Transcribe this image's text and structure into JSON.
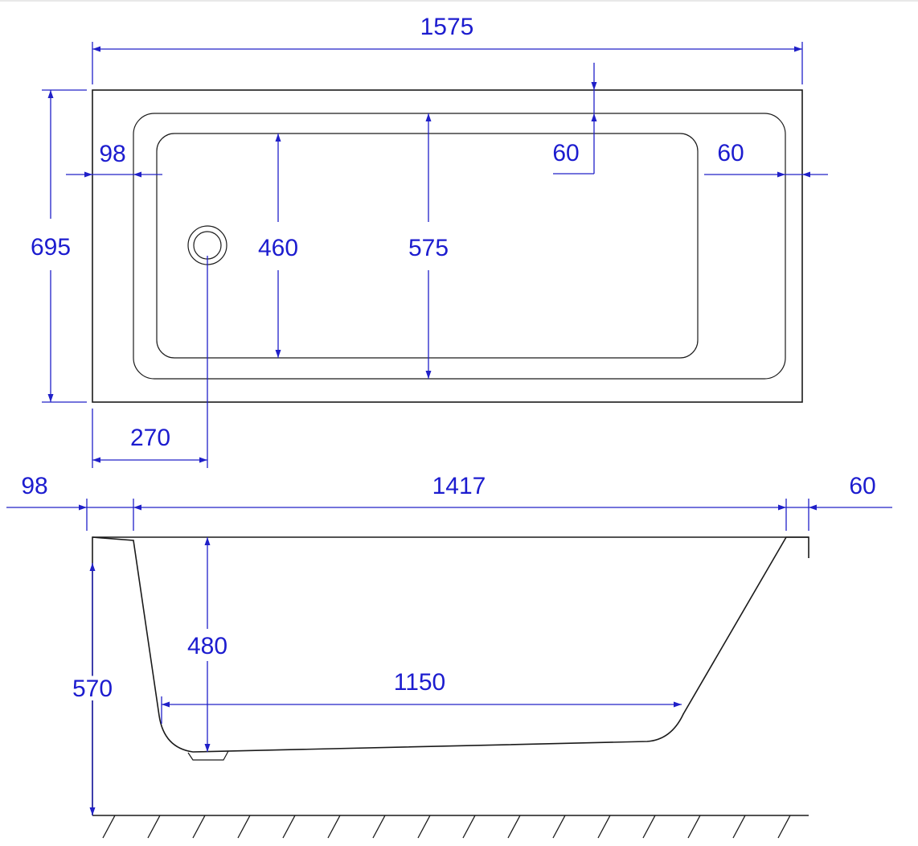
{
  "colors": {
    "dimension": "#2020c8",
    "outline": "#1a1a1a",
    "background": "#ffffff"
  },
  "top_view": {
    "overall_length": "1575",
    "overall_width": "695",
    "left_rim": "98",
    "right_rim_inner": "60",
    "right_rim_outer": "60",
    "inner_width": "575",
    "floor_width": "460",
    "drain_offset": "270"
  },
  "side_view": {
    "left_rim": "98",
    "inner_length": "1417",
    "right_rim": "60",
    "height": "570",
    "depth": "480",
    "floor_length": "1150"
  }
}
